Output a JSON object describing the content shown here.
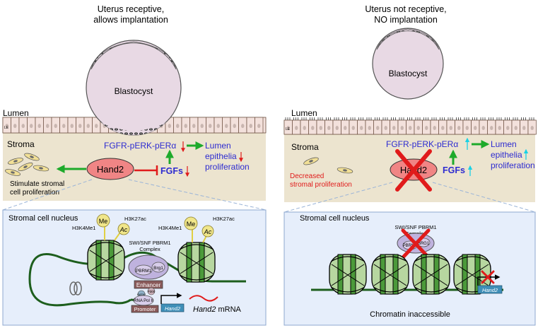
{
  "left": {
    "heading_line1": "Uterus receptive,",
    "heading_line2": "allows implantation",
    "blastocyst": "Blastocyst",
    "lumen": "Lumen",
    "stroma": "Stroma",
    "le_label": "LE",
    "signal": "FGFR-pERK-pERα",
    "lumen_line1": "Lumen",
    "lumen_line2": "epithelia",
    "lumen_line3": "proliferation",
    "hand2": "Hand2",
    "fgfs": "FGFs",
    "stim_line1": "Stimulate stromal",
    "stim_line2": "cell proliferation",
    "nucleus_title": "Stromal cell nucleus",
    "h3k4me1_a": "H3K4Me1",
    "h3k27ac_a": "H3K27ac",
    "h3k4me1_b": "H3K4Me1",
    "h3k27ac_b": "H3K27ac",
    "me_a": "Me",
    "ac_a": "Ac",
    "me_b": "Me",
    "ac_b": "Ac",
    "complex_line1": "SWI/SNF PBRM1",
    "complex_line2": "Complex",
    "pbrm1": "PBRM1",
    "brg1": "Brg1",
    "enhancer": "Enhancer",
    "p300": "P300",
    "gata2": "GATA2",
    "rna_pol": "RNA Pol II",
    "promoter": "Promoter",
    "gene": "Hand2",
    "mrna_gene": "Hand2",
    "mrna_suffix": " mRNA"
  },
  "right": {
    "heading_line1": "Uterus not receptive,",
    "heading_line2": "NO implantation",
    "blastocyst": "Blastocyst",
    "lumen": "Lumen",
    "stroma": "Stroma",
    "le_label": "LE",
    "signal": "FGFR-pERK-pERα",
    "lumen_line1": "Lumen",
    "lumen_line2": "epithelia",
    "lumen_line3": "proliferation",
    "hand2": "Hand2",
    "fgfs": "FGFs",
    "decreased_line1": "Decreased",
    "decreased_line2": "stromal proliferation",
    "nucleus_title": "Stromal cell nucleus",
    "complex_line1": "SWI/SNF PBRM1",
    "complex_line2": "Complex",
    "pbrm1": "PBRM1",
    "brg1": "BRG1",
    "gene": "Hand2",
    "chromatin": "Chromatin inaccessible"
  },
  "colors": {
    "stroma": "#ece4cf",
    "epithelium": "#f3e1dc",
    "blastocyst": "#e8d9e4",
    "hand2": "#f08585",
    "nucleus": "#e6eefb",
    "arrow_green": "#1eaa2b",
    "inhibit_red": "#e01b1b",
    "text_blue": "#2d2bd0",
    "up_arrow_cyan": "#18d2e6",
    "complex_purple": "#bfb2de",
    "promoter_blue": "#3f8fb8"
  }
}
